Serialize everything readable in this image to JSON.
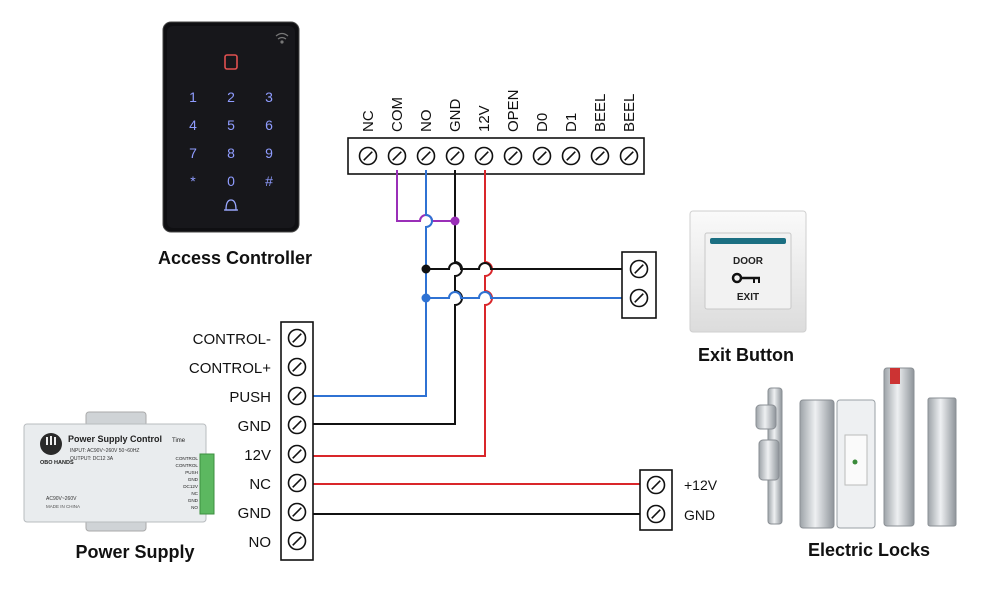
{
  "access_controller": {
    "caption": "Access Controller",
    "keypad_keys": [
      "1",
      "2",
      "3",
      "4",
      "5",
      "6",
      "7",
      "8",
      "9",
      "*",
      "0",
      "#"
    ],
    "terminal_labels": [
      "NC",
      "COM",
      "NO",
      "GND",
      "12V",
      "OPEN",
      "D0",
      "D1",
      "BEEL",
      "BEEL"
    ]
  },
  "exit_button": {
    "caption": "Exit Button",
    "plate_top": "DOOR",
    "plate_bottom": "EXIT"
  },
  "power_supply": {
    "caption": "Power Supply",
    "terminal_labels": [
      "CONTROL-",
      "CONTROL+",
      "PUSH",
      "GND",
      "12V",
      "NC",
      "GND",
      "NO"
    ],
    "device_title": "Power Supply Control",
    "device_brand": "OBO HANDS",
    "device_input": "INPUT: AC90V~260V 50~60HZ",
    "device_output": "OUTPUT: DC12 3A",
    "device_time": "Time",
    "device_side_labels": [
      "CONTROL",
      "CONTROL",
      "PUSH",
      "GND",
      "DC12V",
      "NC",
      "GND",
      "NO"
    ],
    "device_rating": "AC90V~260V",
    "device_made": "MADE IN CHINA"
  },
  "electric_locks": {
    "caption": "Electric Locks",
    "terminal_labels": [
      "+12V",
      "GND"
    ]
  },
  "colors": {
    "wire_red": "#d9262a",
    "wire_blue": "#2f72d3",
    "wire_black": "#111111",
    "wire_purple": "#9a2fb8"
  }
}
